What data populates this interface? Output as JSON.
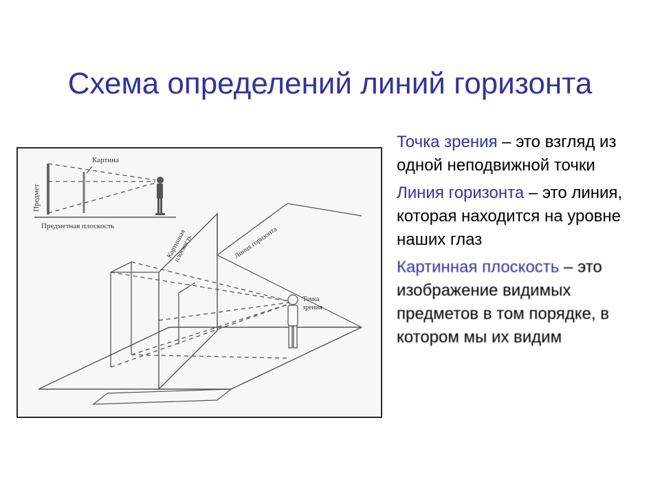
{
  "slide": {
    "title": "Схема определений линий горизонта"
  },
  "definitions": [
    {
      "term": "Точка зрения",
      "text": " – это взгляд из одной неподвижной точки"
    },
    {
      "term": "Линия горизонта",
      "text": " – это линия, которая находится на уровне наших глаз"
    },
    {
      "term": "Картинная плоскость",
      "text": " – это изображение видимых предметов в том порядке, в котором мы их видим"
    }
  ],
  "diagram": {
    "label_picture": "Картина",
    "label_object": "Предмет",
    "label_object_plane": "Предметная плоскость",
    "label_picture_plane_1": "Картинная",
    "label_picture_plane_2": "плоскость",
    "label_horizon_line": "Линия горизонта",
    "label_viewpoint_1": "Точка",
    "label_viewpoint_2": "зрения"
  },
  "colors": {
    "title": "#333399",
    "term": "#333399",
    "text": "#000000",
    "line": "#555555"
  }
}
